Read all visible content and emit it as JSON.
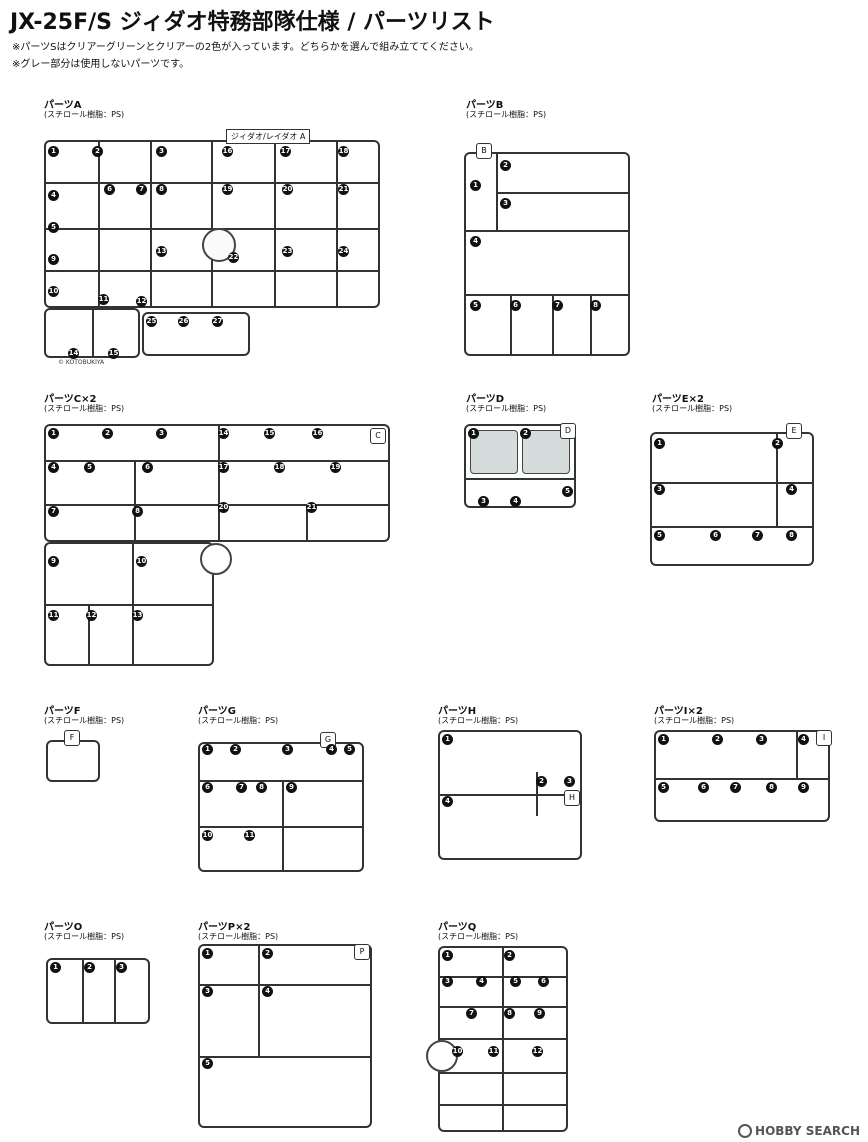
{
  "header": {
    "title": "JX-25F/S ジィダオ特務部隊仕様 / パーツリスト",
    "notes": [
      "※パーツSはクリアーグリーンとクリアーの2色が入っています。どちらかを選んで組み立ててください。",
      "※グレー部分は使用しないパーツです。"
    ]
  },
  "panels": {
    "A": {
      "title": "パーツA",
      "material": "(スチロール樹脂：PS)",
      "label": "ジィダオ/レイダオ",
      "letter": "A",
      "kotobukiya": "© KOTOBUKIYA",
      "numbers": [
        "1",
        "2",
        "3",
        "16",
        "17",
        "18",
        "4",
        "6",
        "7",
        "8",
        "19",
        "20",
        "21",
        "5",
        "9",
        "13",
        "22",
        "23",
        "24",
        "10",
        "11",
        "12",
        "14",
        "15",
        "25",
        "26",
        "27"
      ]
    },
    "B": {
      "title": "パーツB",
      "material": "(スチロール樹脂：PS)",
      "letter": "B",
      "numbers": [
        "1",
        "2",
        "3",
        "4",
        "5",
        "6",
        "7",
        "8"
      ]
    },
    "C": {
      "title": "パーツC×2",
      "material": "(スチロール樹脂：PS)",
      "letter": "C",
      "numbers": [
        "1",
        "2",
        "3",
        "14",
        "15",
        "16",
        "4",
        "5",
        "6",
        "17",
        "18",
        "19",
        "7",
        "8",
        "20",
        "21",
        "9",
        "10",
        "11",
        "12",
        "13"
      ]
    },
    "D": {
      "title": "パーツD",
      "material": "(スチロール樹脂：PS)",
      "letter": "D",
      "numbers": [
        "1",
        "2",
        "3",
        "4",
        "5"
      ]
    },
    "E": {
      "title": "パーツE×2",
      "material": "(スチロール樹脂：PS)",
      "letter": "E",
      "numbers": [
        "1",
        "2",
        "3",
        "4",
        "5",
        "6",
        "7",
        "8"
      ]
    },
    "F": {
      "title": "パーツF",
      "material": "(スチロール樹脂：PS)",
      "letter": "F"
    },
    "G": {
      "title": "パーツG",
      "material": "(スチロール樹脂：PS)",
      "letter": "G",
      "numbers": [
        "1",
        "2",
        "3",
        "4",
        "5",
        "6",
        "7",
        "8",
        "9",
        "10",
        "11"
      ]
    },
    "H": {
      "title": "パーツH",
      "material": "(スチロール樹脂：PS)",
      "letter": "H",
      "numbers": [
        "1",
        "2",
        "3",
        "4"
      ]
    },
    "I": {
      "title": "パーツI×2",
      "material": "(スチロール樹脂：PS)",
      "letter": "I",
      "numbers": [
        "1",
        "2",
        "3",
        "4",
        "5",
        "6",
        "7",
        "8",
        "9"
      ]
    },
    "O": {
      "title": "パーツO",
      "material": "(スチロール樹脂：PS)",
      "numbers": [
        "1",
        "2",
        "3"
      ]
    },
    "P": {
      "title": "パーツP×2",
      "material": "(スチロール樹脂：PS)",
      "letter": "P",
      "numbers": [
        "1",
        "2",
        "3",
        "4",
        "5"
      ]
    },
    "Q": {
      "title": "パーツQ",
      "material": "(スチロール樹脂：PS)",
      "numbers": [
        "1",
        "2",
        "3",
        "4",
        "5",
        "6",
        "7",
        "8",
        "9",
        "10",
        "11",
        "12"
      ]
    }
  },
  "watermark": "HOBBY SEARCH"
}
